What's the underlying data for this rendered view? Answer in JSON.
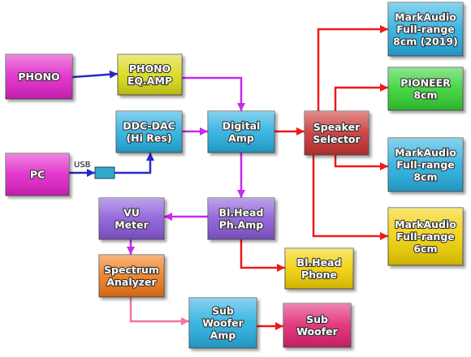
{
  "nodes": {
    "phono": {
      "lines": [
        "PHONO"
      ],
      "color": "#e020c8"
    },
    "phono_eq_amp": {
      "lines": [
        "PHONO",
        "EQ.AMP"
      ],
      "color": "#d8d818"
    },
    "ddc_dac": {
      "lines": [
        "DDC-DAC",
        "(Hi Res)"
      ],
      "color": "#28aee0"
    },
    "digital_amp": {
      "lines": [
        "Digital",
        "Amp"
      ],
      "color": "#28aee0"
    },
    "pc": {
      "lines": [
        "PC"
      ],
      "color": "#e020c8"
    },
    "speaker_selector": {
      "lines": [
        "Speaker",
        "Selector"
      ],
      "color": "#c83030"
    },
    "markaudio_2019": {
      "lines": [
        "MarkAudio",
        "Full-range",
        "8cm (2019)"
      ],
      "color": "#28aee0"
    },
    "pioneer": {
      "lines": [
        "PIONEER",
        "8cm"
      ],
      "color": "#30d030"
    },
    "markaudio_8cm": {
      "lines": [
        "MarkAudio",
        "Full-range",
        "8cm"
      ],
      "color": "#28aee0"
    },
    "markaudio_6cm": {
      "lines": [
        "MarkAudio",
        "Full-range",
        "6cm"
      ],
      "color": "#f0d000"
    },
    "vu_meter": {
      "lines": [
        "VU",
        "Meter"
      ],
      "color": "#8858d8"
    },
    "bl_head_ph_amp": {
      "lines": [
        "Bl.Head",
        "Ph.Amp"
      ],
      "color": "#8858d8"
    },
    "bl_head_phone": {
      "lines": [
        "Bl.Head",
        "Phone"
      ],
      "color": "#f0d000"
    },
    "spectrum_analyzer": {
      "lines": [
        "Spectrum",
        "Analyzer"
      ],
      "color": "#f07818"
    },
    "sub_woofer_amp": {
      "lines": [
        "Sub",
        "Woofer",
        "Amp"
      ],
      "color": "#28aee0"
    },
    "sub_woofer": {
      "lines": [
        "Sub",
        "Woofer"
      ],
      "color": "#e02070"
    }
  },
  "connector_label": "USB",
  "colors": {
    "blue": "#2828c8",
    "magenta": "#c828f0",
    "red": "#f01818",
    "pink": "#f07898",
    "usb_box": "#30a8c8"
  }
}
